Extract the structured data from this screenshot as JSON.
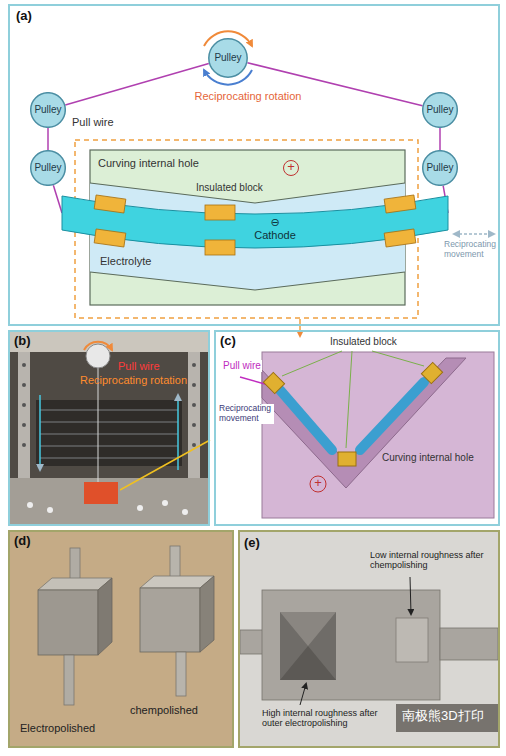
{
  "diagram": {
    "nodes": [
      {
        "text": [
          "(a)"
        ]
      },
      {
        "text": [
          "Pulley"
        ],
        "in": 0
      },
      {
        "text": [
          "Pulley"
        ],
        "in": 0
      },
      {
        "text": [
          "Pulley"
        ],
        "in": 0
      },
      {
        "text": [
          "Pulley"
        ],
        "in": 0
      },
      {
        "text": [
          "Pulley"
        ],
        "in": 0
      },
      {
        "text": [
          "⊖",
          "Cathode"
        ],
        "in": 0
      },
      {
        "text": [
          "(b)"
        ]
      },
      {
        "text": [
          "(c)"
        ]
      },
      {
        "text": [
          "(d)"
        ]
      },
      {
        "text": [
          "(e)"
        ]
      }
    ],
    "edges": [
      {
        "from": 1,
        "to": 2,
        "arrow": "none"
      },
      {
        "from": 2,
        "to": 4,
        "arrow": "none"
      },
      {
        "from": 4,
        "to": 6,
        "arrow": "none"
      },
      {
        "from": 6,
        "to": 5,
        "arrow": "none"
      },
      {
        "from": 5,
        "to": 3,
        "arrow": "none"
      },
      {
        "from": 3,
        "to": 1,
        "arrow": "none"
      }
    ],
    "labels": [
      "Reciprocating rotation",
      "Pull wire",
      "Curving internal hole",
      "+",
      "Insulated block",
      "Electrolyte",
      "Reciprocating movement",
      "Pull wire",
      "Reciprocating rotation",
      "Pull wire",
      "Reciprocating movement",
      "Insulated block",
      "Curving internal hole",
      "+",
      "Electropolished",
      "chempolished",
      "Low internal roughness after chempolishing",
      "High internal roughness after outer electropolishing",
      "南极熊3D打印"
    ]
  }
}
